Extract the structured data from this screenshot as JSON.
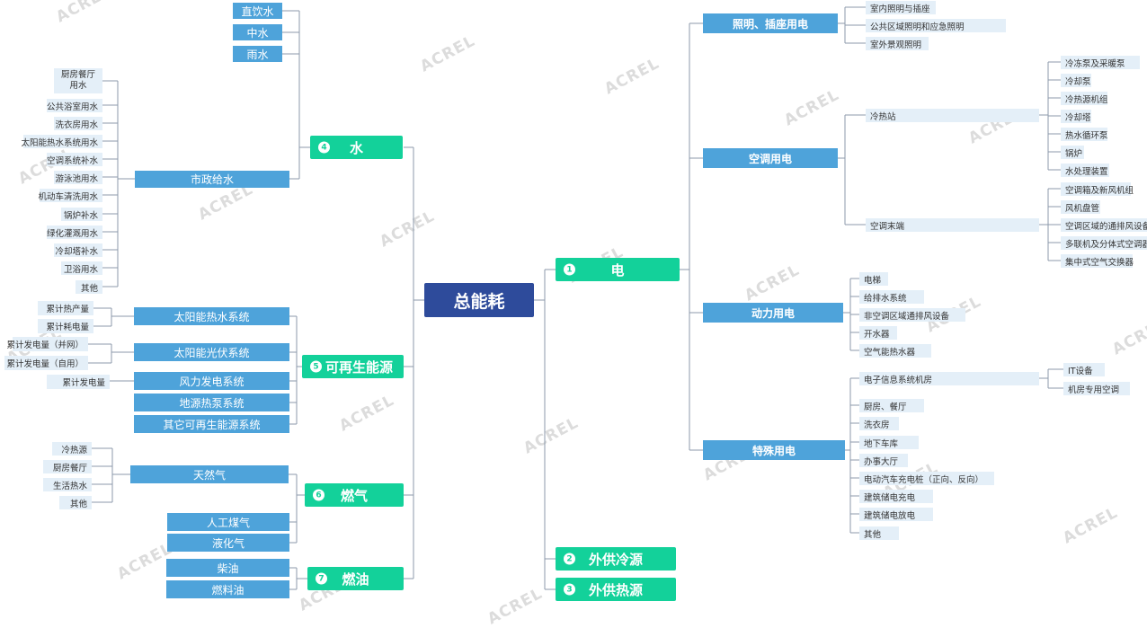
{
  "watermark": "ACREL",
  "root": "总能耗",
  "water": {
    "num": "4",
    "label": "水",
    "direct": [
      "直饮水",
      "中水",
      "雨水"
    ],
    "municipal": "市政给水",
    "municipal_items": [
      "厨房餐厅\n用水",
      "公共浴室用水",
      "洗衣房用水",
      "太阳能热水系统用水",
      "空调系统补水",
      "游泳池用水",
      "机动车清洗用水",
      "锅炉补水",
      "绿化灌溉用水",
      "冷却塔补水",
      "卫浴用水",
      "其他"
    ]
  },
  "renewable": {
    "num": "5",
    "label": "可再生能源",
    "systems": [
      "太阳能热水系统",
      "太阳能光伏系统",
      "风力发电系统",
      "地源热泵系统",
      "其它可再生能源系统"
    ],
    "solar_thermal_items": [
      "累计热产量",
      "累计耗电量"
    ],
    "pv_items": [
      "累计发电量（并网）",
      "累计发电量（自用）"
    ],
    "wind_items": [
      "累计发电量"
    ]
  },
  "gas": {
    "num": "6",
    "label": "燃气",
    "natural_gas": "天然气",
    "natural_gas_items": [
      "冷热源",
      "厨房餐厅",
      "生活热水",
      "其他"
    ],
    "others": [
      "人工煤气",
      "液化气"
    ]
  },
  "oil": {
    "num": "7",
    "label": "燃油",
    "items": [
      "柴油",
      "燃料油"
    ]
  },
  "electric": {
    "num": "1",
    "label": "电",
    "lighting": {
      "label": "照明、插座用电",
      "items": [
        "室内照明与插座",
        "公共区域照明和应急照明",
        "室外景观照明"
      ]
    },
    "hvac": {
      "label": "空调用电",
      "plant": {
        "label": "冷热站",
        "items": [
          "冷冻泵及采暖泵",
          "冷却泵",
          "冷热源机组",
          "冷却塔",
          "热水循环泵",
          "锅炉",
          "水处理装置"
        ]
      },
      "terminal": {
        "label": "空调末端",
        "items": [
          "空调箱及新风机组",
          "风机盘管",
          "空调区域的通排风设备",
          "多联机及分体式空调器",
          "集中式空气交换器"
        ]
      }
    },
    "power": {
      "label": "动力用电",
      "items": [
        "电梯",
        "给排水系统",
        "非空调区域通排风设备",
        "开水器",
        "空气能热水器"
      ]
    },
    "special": {
      "label": "特殊用电",
      "datacenter": {
        "label": "电子信息系统机房",
        "items": [
          "IT设备",
          "机房专用空调"
        ]
      },
      "items": [
        "厨房、餐厅",
        "洗衣房",
        "地下车库",
        "办事大厅",
        "电动汽车充电桩（正向、反向）",
        "建筑储电充电",
        "建筑储电放电",
        "其他"
      ]
    }
  },
  "cooling": {
    "num": "2",
    "label": "外供冷源"
  },
  "heating": {
    "num": "3",
    "label": "外供热源"
  },
  "colors": {
    "root": "#2e4b9b",
    "main": "#13d19a",
    "sub": "#4ea3da",
    "leaf": "#e4eff8",
    "line": "#8c9aab"
  }
}
